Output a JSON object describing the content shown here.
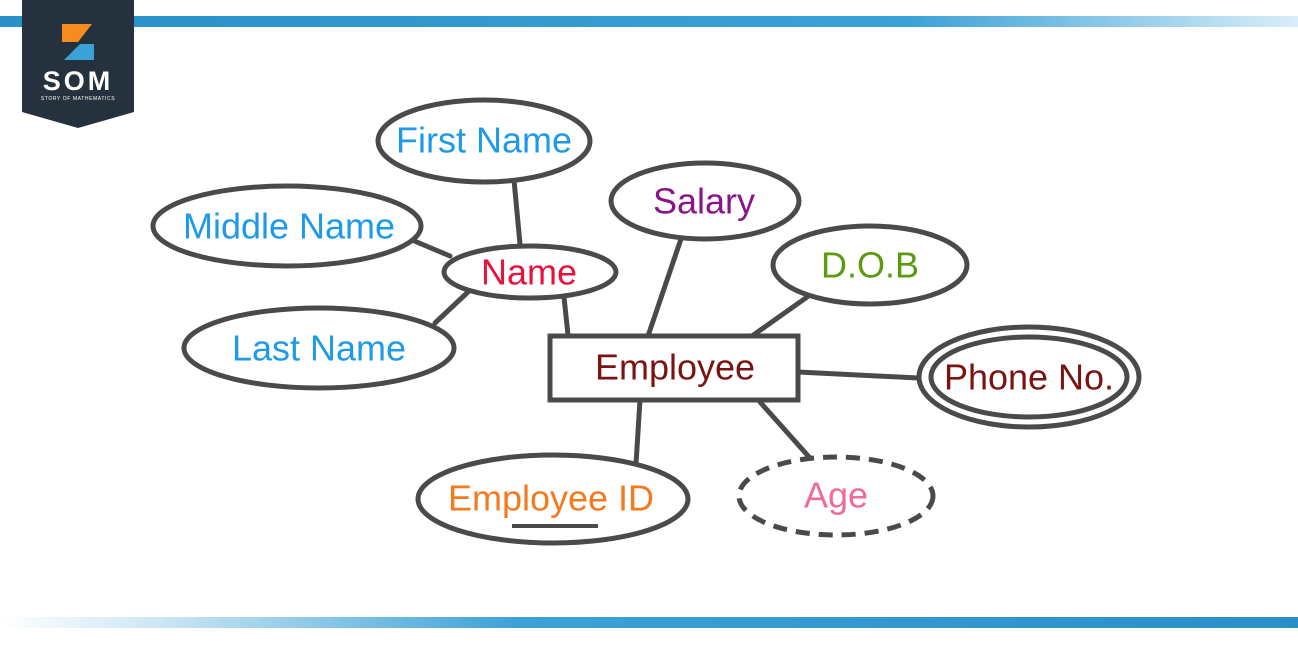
{
  "logo": {
    "abbr": "SOM",
    "full_name": "STORY OF MATHEMATICS",
    "colors": {
      "background": "#25323d",
      "orange": "#f68b1f",
      "blue": "#3ba1d6"
    }
  },
  "diagram": {
    "entity": {
      "label": "Employee",
      "color": "#7a1412"
    },
    "attributes": {
      "first_name": {
        "label": "First Name",
        "color": "#1e9ae8"
      },
      "middle_name": {
        "label": "Middle Name",
        "color": "#1e9ae8"
      },
      "last_name": {
        "label": "Last Name",
        "color": "#1e9ae8"
      },
      "name": {
        "label": "Name",
        "color": "#e8123f",
        "kind": "composite"
      },
      "salary": {
        "label": "Salary",
        "color": "#8a148a"
      },
      "dob": {
        "label": "D.O.B",
        "color": "#5c9a10"
      },
      "phone": {
        "label": "Phone No.",
        "color": "#7a1412",
        "kind": "multivalued"
      },
      "employee_id": {
        "label": "Employee ID",
        "color": "#f47a1f",
        "kind": "key"
      },
      "age": {
        "label": "Age",
        "color": "#ef6b9c",
        "kind": "derived"
      }
    },
    "outline_color": "#4a4a4a"
  }
}
